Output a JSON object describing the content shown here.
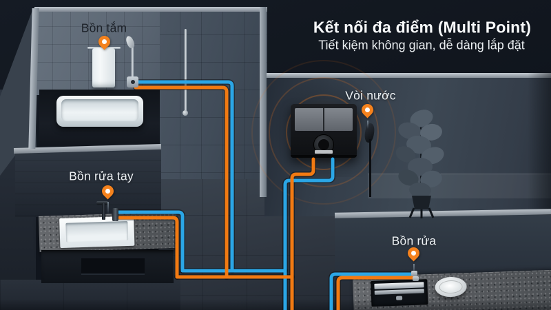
{
  "header": {
    "title": "Kết nối đa điểm (Multi Point)",
    "subtitle": "Tiết kiệm không gian, dễ dàng lắp đặt"
  },
  "callouts": {
    "bathtub": "Bồn tắm",
    "handwash_basin": "Bồn rửa tay",
    "water_tap": "Vòi nước",
    "sink": "Bồn rửa"
  },
  "colors": {
    "accent_orange": "#f5821d",
    "pipe_hot_orange": "#f27a12",
    "pipe_cold_blue": "#2ba6e6"
  },
  "diagram": {
    "type": "multi-point-water-connection",
    "connection_points": [
      "Bồn tắm",
      "Bồn rửa tay",
      "Vòi nước",
      "Bồn rửa"
    ],
    "pipe_colors": [
      "#f27a12",
      "#2ba6e6"
    ]
  }
}
